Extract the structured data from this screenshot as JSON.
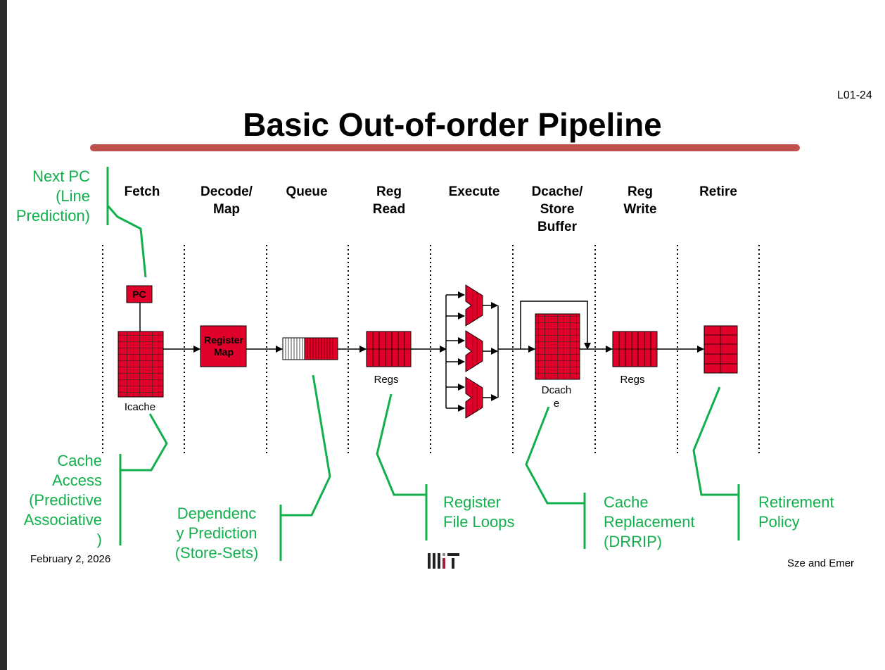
{
  "slide": {
    "number": "L01-24",
    "title": "Basic Out-of-order Pipeline",
    "date": "February 2, 2026",
    "authors": "Sze and Emer",
    "logo_text": "MIT"
  },
  "stages": [
    "Fetch",
    "Decode/\nMap",
    "Queue",
    "Reg\nRead",
    "Execute",
    "Dcache/\nStore\nBuffer",
    "Reg\nWrite",
    "Retire"
  ],
  "blocks": {
    "pc": "PC",
    "register_map": "Register\nMap",
    "icache": "Icache",
    "regs_read": "Regs",
    "dcache": "Dcach\ne",
    "regs_write": "Regs"
  },
  "annotations": {
    "next_pc": "Next PC\n(Line\nPrediction)",
    "cache_access": "Cache\nAccess\n(Predictive\nAssociative\n)",
    "dependency": "Dependenc\ny Prediction\n(Store-Sets)",
    "register_file": "Register\nFile Loops",
    "cache_replacement": "Cache\nReplacement\n(DRRIP)",
    "retirement": "Retirement\nPolicy"
  },
  "colors": {
    "accent_red": "#e0002a",
    "annotation_green": "#11b04c",
    "title_bar": "#c0504d"
  }
}
